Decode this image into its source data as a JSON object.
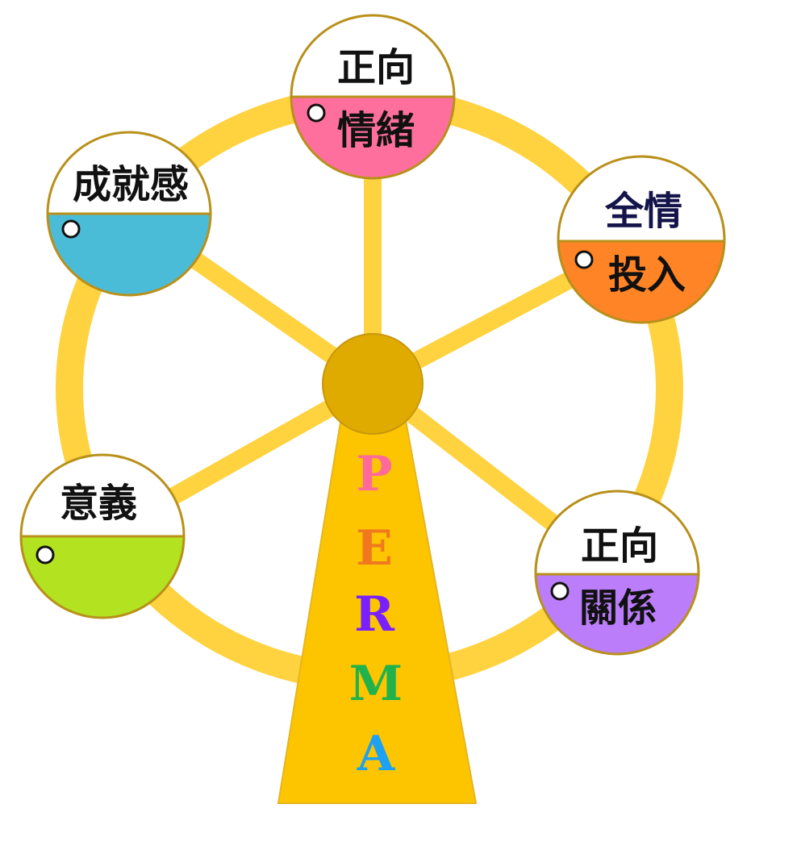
{
  "diagram": {
    "acronym": [
      {
        "letter": "P",
        "color": "#ff6a9a"
      },
      {
        "letter": "E",
        "color": "#f0781e"
      },
      {
        "letter": "R",
        "color": "#7a1fff"
      },
      {
        "letter": "M",
        "color": "#22b24c"
      },
      {
        "letter": "A",
        "color": "#1da1f2"
      }
    ],
    "cabins": [
      {
        "id": "positive-emotion",
        "top_text": "正向",
        "bottom_text": "情緒",
        "fill": "#ff6f9d",
        "top_color": "#111111",
        "bottom_color": "#111111"
      },
      {
        "id": "engagement",
        "top_text": "全情",
        "bottom_text": "投入",
        "fill": "#ff8426",
        "top_color": "#14144a",
        "bottom_color": "#111111"
      },
      {
        "id": "relationships",
        "top_text": "正向",
        "bottom_text": "關係",
        "fill": "#bb7dfa",
        "top_color": "#111111",
        "bottom_color": "#111111"
      },
      {
        "id": "meaning",
        "top_text": "意義",
        "bottom_text": "",
        "fill": "#b3e320",
        "top_color": "#111111",
        "bottom_color": "#111111"
      },
      {
        "id": "accomplishment",
        "top_text": "成就感",
        "bottom_text": "",
        "fill": "#4bbcd8",
        "top_color": "#111111",
        "bottom_color": "#111111"
      }
    ],
    "colors": {
      "rim": "#ffd23f",
      "rim_edge": "#e6b520",
      "hub": "#e0ab00",
      "tower": "#fcc500",
      "cabin_outline": "#b8901a"
    }
  }
}
